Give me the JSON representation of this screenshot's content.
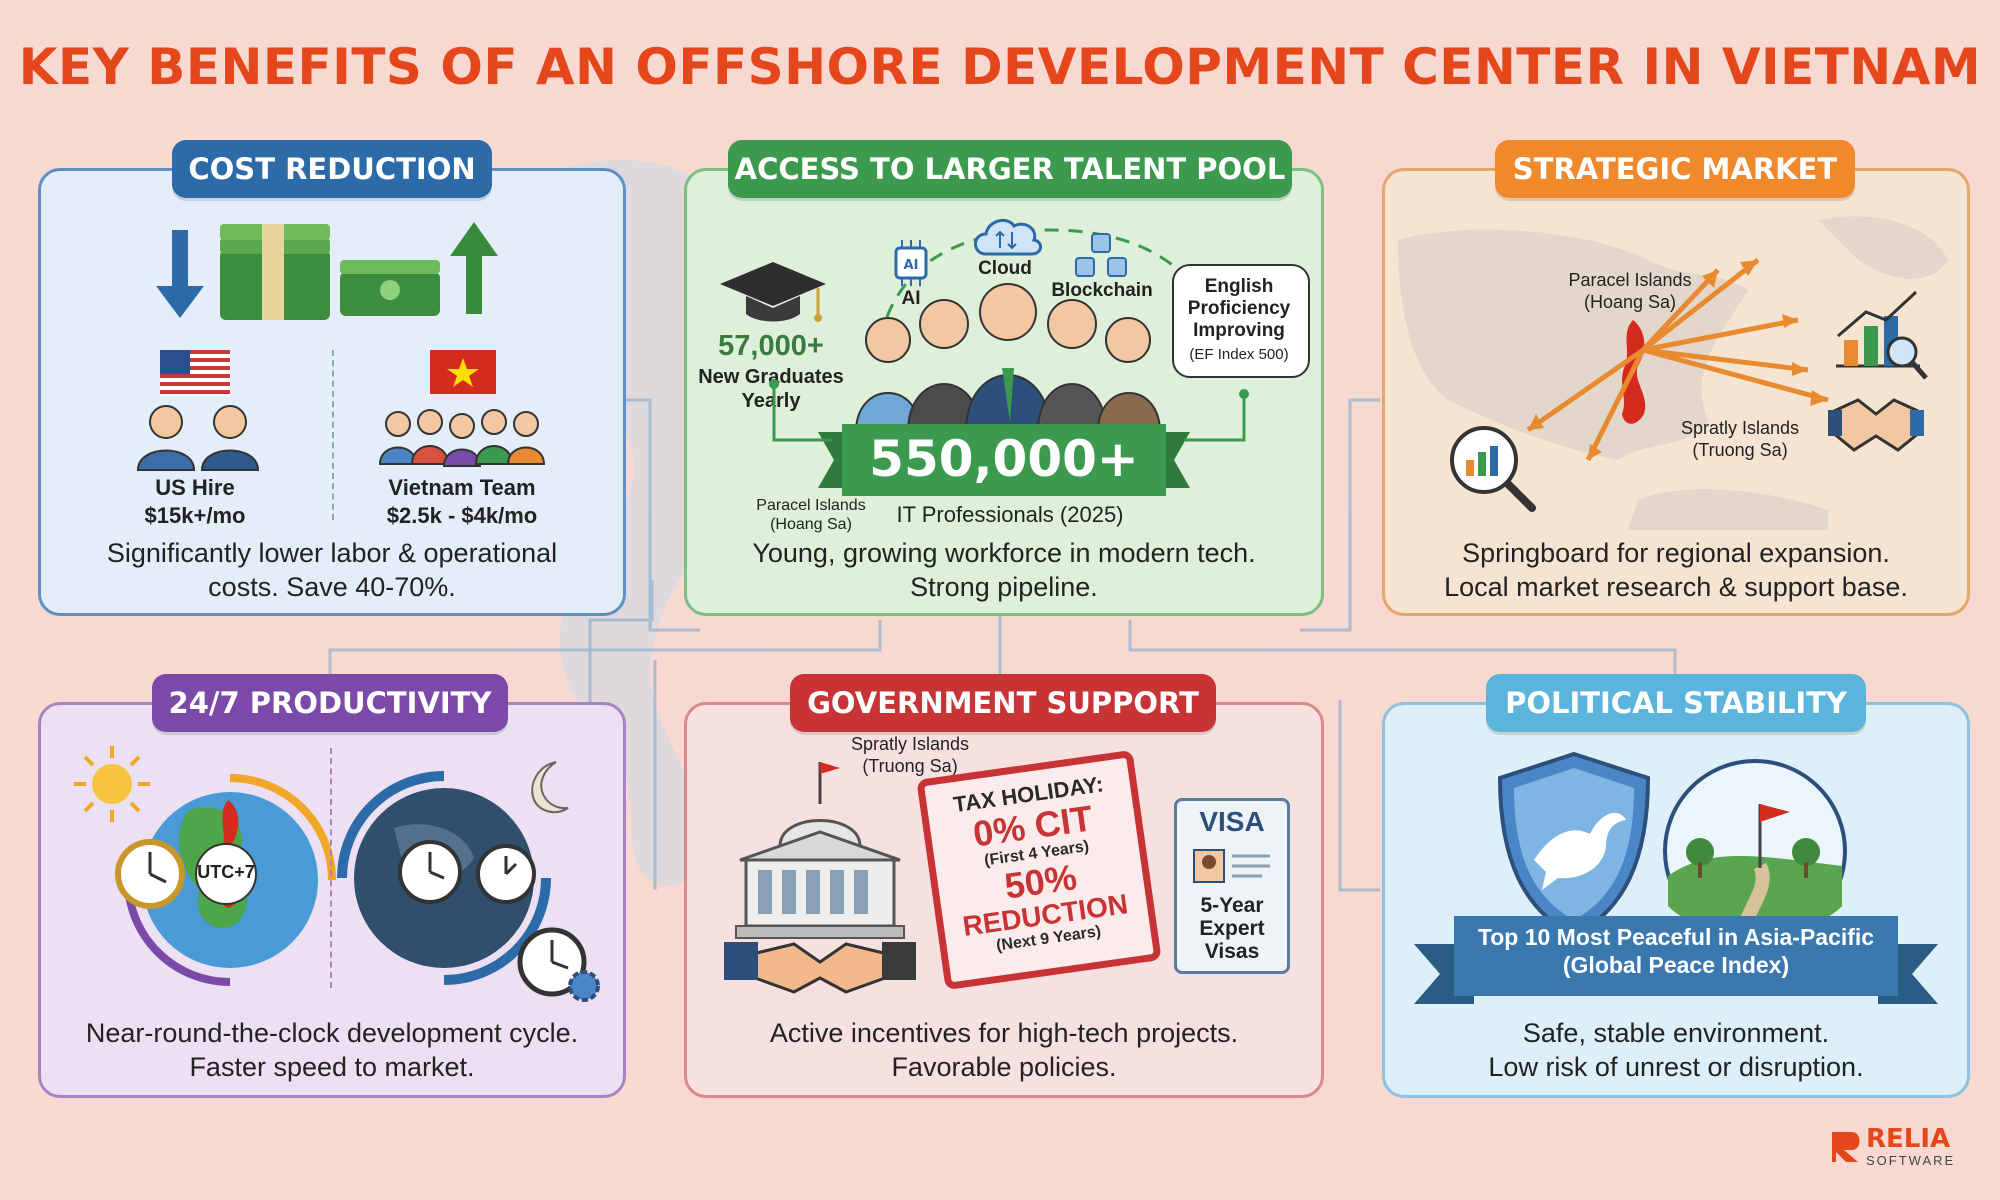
{
  "title": "KEY BENEFITS OF AN OFFSHORE DEVELOPMENT CENTER IN VIETNAM",
  "colors": {
    "background": "#f8d9d2",
    "title": "#e5471c",
    "cost": "#2d6aa8",
    "talent": "#3b9a4e",
    "strategic": "#f0882c",
    "productivity": "#7b4aa8",
    "government": "#c83436",
    "political": "#5bb4dc"
  },
  "cost_reduction": {
    "tag": "COST REDUCTION",
    "us_label": "US Hire",
    "us_cost": "$15k+/mo",
    "vn_label": "Vietnam Team",
    "vn_cost": "$2.5k - $4k/mo",
    "caption_line1": "Significantly lower labor & operational",
    "caption_line2": "costs. Save 40-70%."
  },
  "talent_pool": {
    "tag": "ACCESS TO LARGER TALENT POOL",
    "ai": "AI",
    "cloud": "Cloud",
    "blockchain": "Blockchain",
    "graduates_count": "57,000+",
    "graduates_line1": "New Graduates",
    "graduates_line2": "Yearly",
    "english_line1": "English",
    "english_line2": "Proficiency",
    "english_line3": "Improving",
    "english_note": "(EF Index 500)",
    "professionals_count": "550,000+",
    "professionals_label": "IT Professionals (2025)",
    "paracel_line1": "Paracel Islands",
    "paracel_line2": "(Hoang Sa)",
    "caption_line1": "Young, growing workforce in modern tech.",
    "caption_line2": "Strong pipeline."
  },
  "strategic_market": {
    "tag": "STRATEGIC MARKET",
    "paracel_line1": "Paracel Islands",
    "paracel_line2": "(Hoang Sa)",
    "spratly_line1": "Spratly Islands",
    "spratly_line2": "(Truong Sa)",
    "caption_line1": "Springboard for regional expansion.",
    "caption_line2": "Local market research & support base."
  },
  "productivity": {
    "tag": "24/7 PRODUCTIVITY",
    "timezone": "UTC+7",
    "caption_line1": "Near-round-the-clock development cycle.",
    "caption_line2": "Faster speed to market."
  },
  "government": {
    "tag": "GOVERNMENT SUPPORT",
    "spratly_line1": "Spratly Islands",
    "spratly_line2": "(Truong Sa)",
    "stamp_line1": "TAX HOLIDAY:",
    "stamp_line2": "0% CIT",
    "stamp_line3": "(First 4 Years)",
    "stamp_line4": "50%",
    "stamp_line5": "REDUCTION",
    "stamp_line6": "(Next 9 Years)",
    "visa_title": "VISA",
    "visa_line1": "5-Year",
    "visa_line2": "Expert",
    "visa_line3": "Visas",
    "caption_line1": "Active incentives for high-tech projects.",
    "caption_line2": "Favorable policies."
  },
  "political": {
    "tag": "POLITICAL STABILITY",
    "banner_line1": "Top 10 Most Peaceful in Asia-Pacific",
    "banner_line2": "(Global Peace Index)",
    "caption_line1": "Safe, stable environment.",
    "caption_line2": "Low risk of unrest or disruption."
  },
  "logo": {
    "name": "RELIA",
    "sub": "SOFTWARE"
  }
}
